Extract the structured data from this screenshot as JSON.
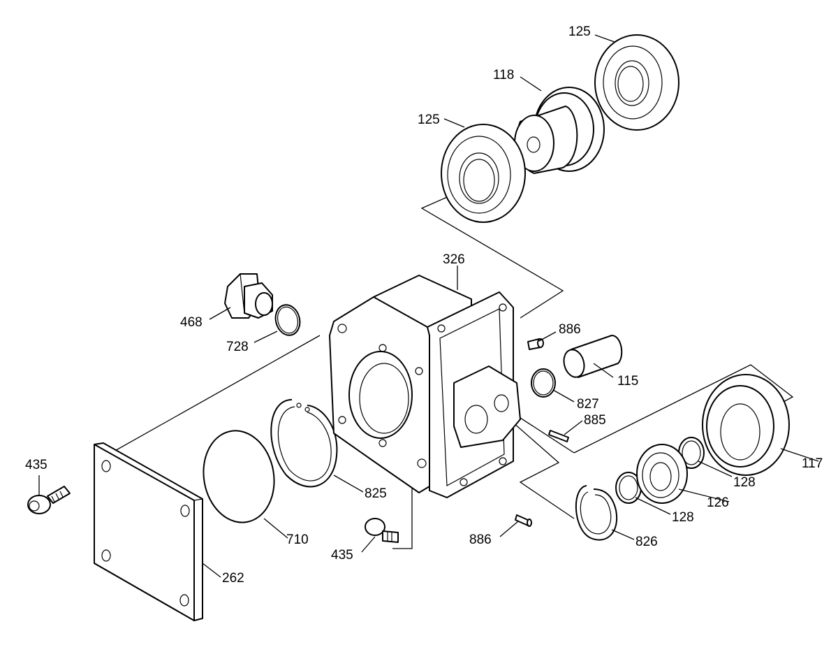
{
  "diagram": {
    "labels": {
      "l125_top": "125",
      "l118": "118",
      "l125_mid": "125",
      "l326": "326",
      "l468": "468",
      "l728": "728",
      "l886_top": "886",
      "l115": "115",
      "l827": "827",
      "l885": "885",
      "l117": "117",
      "l435_left": "435",
      "l825": "825",
      "l128_right": "128",
      "l126": "126",
      "l128_left": "128",
      "l710": "710",
      "l826": "826",
      "l886_bottom": "886",
      "l435_bottom": "435",
      "l262": "262"
    }
  }
}
